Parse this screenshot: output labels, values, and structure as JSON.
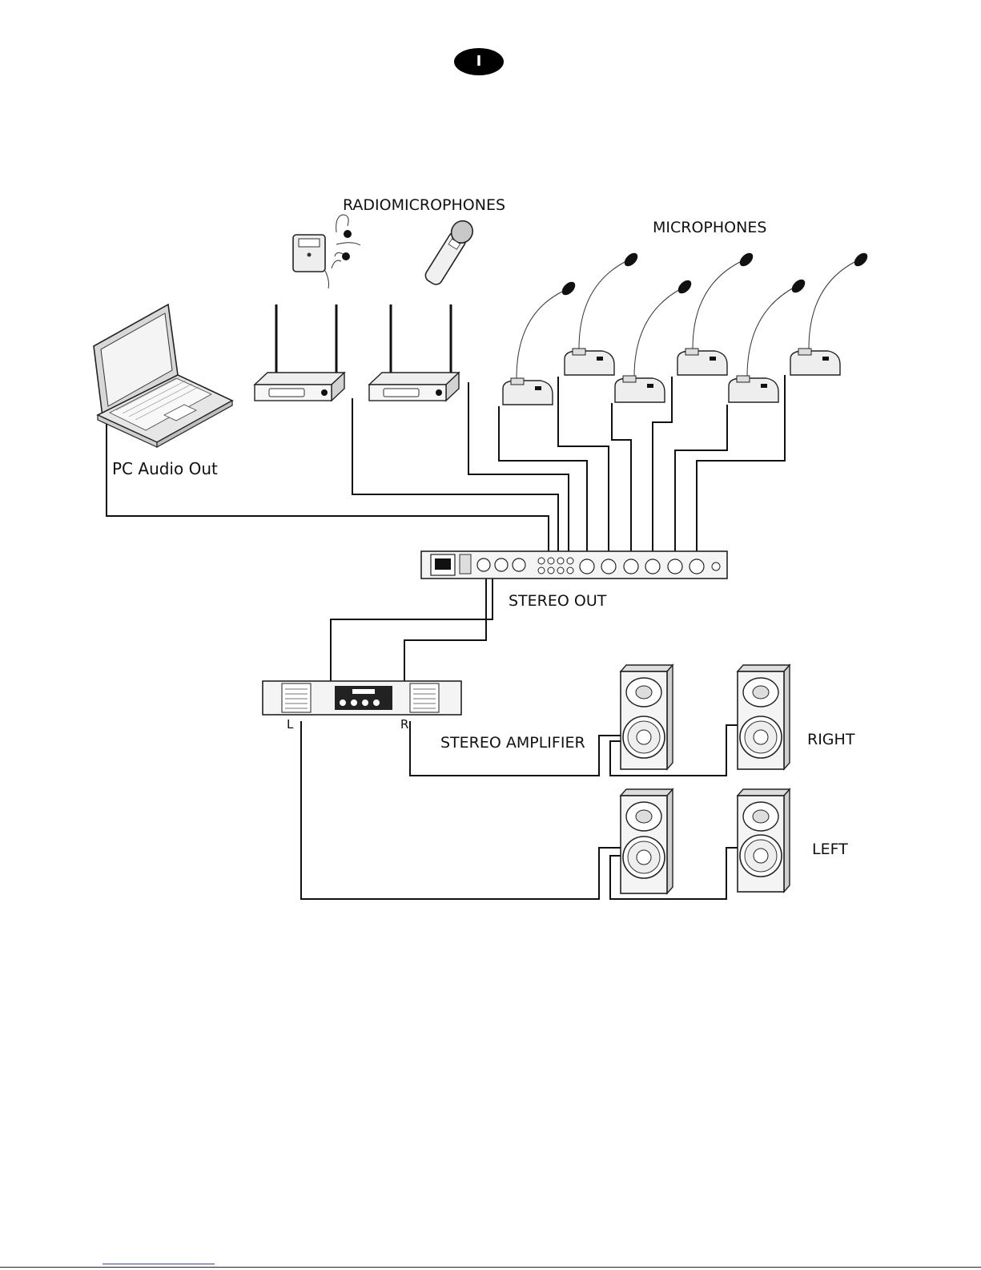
{
  "page": {
    "section_badge": "I"
  },
  "labels": {
    "radiomicrophones": "RADIOMICROPHONES",
    "microphones": "MICROPHONES",
    "pc_audio_out": "PC Audio Out",
    "stereo_out": "STEREO OUT",
    "stereo_amplifier": "STEREO AMPLIFIER",
    "amp_left_channel": "L",
    "amp_right_channel": "R",
    "right_speakers": "RIGHT",
    "left_speakers": "LEFT"
  },
  "colors": {
    "line": "#111111",
    "device_fill": "#f4f4f4",
    "device_shade": "#d8d8d8",
    "badge": "#000000",
    "footer_link": "#2a3fd6"
  }
}
